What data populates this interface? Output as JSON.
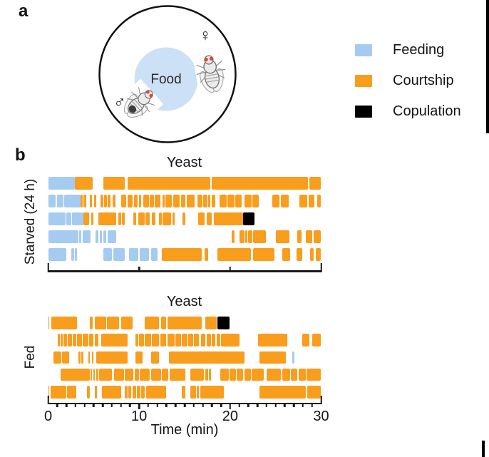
{
  "panel_a": {
    "label": "a",
    "food_label": "Food",
    "female_symbol": "♀",
    "male_symbol": "♂"
  },
  "legend": {
    "items": [
      {
        "label": "Feeding",
        "color": "#A5CBF1"
      },
      {
        "label": "Courtship",
        "color": "#F99D1C"
      },
      {
        "label": "Copulation",
        "color": "#000000"
      }
    ]
  },
  "chart_data": {
    "type": "behavioral-ethogram-raster",
    "panel_label": "b",
    "xlabel": "Time (min)",
    "xlim": [
      0,
      30
    ],
    "major_ticks": [
      "0",
      "10",
      "20",
      "30"
    ],
    "minor_tick_step_min": 1,
    "colors": {
      "feeding": "#A5CBF1",
      "courtship": "#F99D1C",
      "copulation": "#000000"
    },
    "groups": [
      {
        "group_label": "Starved (24 h)",
        "title": "Yeast",
        "rows": [
          {
            "segments": [
              [
                "f",
                0,
                2.9
              ],
              [
                "c",
                2.9,
                4.9
              ],
              [
                "c",
                6.1,
                8.4
              ],
              [
                "c",
                8.75,
                17.85
              ],
              [
                "c",
                18.0,
                28.55
              ],
              [
                "c",
                28.7,
                30
              ]
            ]
          },
          {
            "segments": [
              [
                "f",
                0,
                0.85
              ],
              [
                "f",
                0.95,
                1.7
              ],
              [
                "f",
                1.8,
                3.6
              ],
              [
                "c",
                3.6,
                3.8
              ],
              [
                "c",
                3.9,
                4.2
              ],
              [
                "c",
                4.55,
                4.85
              ],
              [
                "c",
                5.05,
                5.3
              ],
              [
                "c",
                5.75,
                6.05
              ],
              [
                "c",
                6.15,
                6.45
              ],
              [
                "c",
                6.55,
                6.85
              ],
              [
                "c",
                7.05,
                7.4
              ],
              [
                "c",
                8.0,
                8.55
              ],
              [
                "c",
                8.7,
                9.3
              ],
              [
                "c",
                9.45,
                9.8
              ],
              [
                "c",
                9.95,
                10.2
              ],
              [
                "c",
                10.45,
                11.1
              ],
              [
                "c",
                11.2,
                11.6
              ],
              [
                "c",
                11.7,
                12.35
              ],
              [
                "c",
                12.55,
                12.8
              ],
              [
                "c",
                12.9,
                13.6
              ],
              [
                "c",
                13.75,
                14.45
              ],
              [
                "c",
                14.6,
                15.1
              ],
              [
                "c",
                15.2,
                16.1
              ],
              [
                "c",
                16.4,
                16.95
              ],
              [
                "c",
                17.05,
                17.5
              ],
              [
                "c",
                17.6,
                17.85
              ],
              [
                "c",
                17.95,
                18.35
              ],
              [
                "c",
                18.8,
                19.6
              ],
              [
                "c",
                19.7,
                20.45
              ],
              [
                "c",
                20.55,
                21.25
              ],
              [
                "c",
                21.6,
                22.35
              ],
              [
                "c",
                22.45,
                23.15
              ],
              [
                "c",
                24.6,
                25.45
              ],
              [
                "c",
                25.55,
                26.45
              ],
              [
                "c",
                27.6,
                28.5
              ],
              [
                "c",
                28.6,
                29.25
              ],
              [
                "c",
                29.55,
                30
              ]
            ]
          },
          {
            "segments": [
              [
                "f",
                0,
                1.9
              ],
              [
                "f",
                2.0,
                2.55
              ],
              [
                "f",
                2.65,
                3.85
              ],
              [
                "c",
                3.85,
                4.5
              ],
              [
                "c",
                4.7,
                5.0
              ],
              [
                "c",
                5.55,
                7.5
              ],
              [
                "c",
                7.7,
                8.0
              ],
              [
                "c",
                8.1,
                8.45
              ],
              [
                "c",
                9.35,
                9.65
              ],
              [
                "c",
                9.9,
                10.6
              ],
              [
                "c",
                10.7,
                11.2
              ],
              [
                "c",
                11.4,
                11.8
              ],
              [
                "c",
                12.2,
                12.5
              ],
              [
                "c",
                12.6,
                13.5
              ],
              [
                "c",
                13.7,
                13.9
              ],
              [
                "c",
                14.8,
                15.1
              ],
              [
                "c",
                16.5,
                17.2
              ],
              [
                "c",
                17.45,
                18.0
              ],
              [
                "c",
                18.2,
                21.4
              ],
              [
                "k",
                21.4,
                22.7
              ]
            ]
          },
          {
            "segments": [
              [
                "f",
                0,
                3.3
              ],
              [
                "f",
                3.4,
                3.65
              ],
              [
                "f",
                3.8,
                4.65
              ],
              [
                "f",
                5.2,
                5.5
              ],
              [
                "f",
                5.65,
                5.95
              ],
              [
                "f",
                6.1,
                6.35
              ],
              [
                "f",
                6.55,
                7.5
              ],
              [
                "c",
                20.2,
                20.45
              ],
              [
                "c",
                21.0,
                21.55
              ],
              [
                "c",
                21.65,
                21.9
              ],
              [
                "c",
                22.0,
                22.45
              ],
              [
                "c",
                22.55,
                23.9
              ],
              [
                "c",
                25.0,
                26.5
              ],
              [
                "c",
                27.4,
                27.85
              ],
              [
                "c",
                28.3,
                29.0
              ],
              [
                "c",
                29.2,
                30
              ]
            ]
          },
          {
            "segments": [
              [
                "f",
                0,
                2.0
              ],
              [
                "f",
                2.55,
                2.85
              ],
              [
                "f",
                2.95,
                3.2
              ],
              [
                "f",
                6.1,
                7.0
              ],
              [
                "f",
                7.2,
                8.4
              ],
              [
                "f",
                8.9,
                9.9
              ],
              [
                "f",
                10.1,
                11.1
              ],
              [
                "f",
                11.3,
                12.0
              ],
              [
                "c",
                12.5,
                16.9
              ],
              [
                "c",
                17.2,
                17.6
              ],
              [
                "c",
                18.6,
                22.3
              ],
              [
                "c",
                22.5,
                24.9
              ],
              [
                "c",
                25.7,
                26.6
              ],
              [
                "c",
                27.3,
                27.9
              ],
              [
                "c",
                28.8,
                29.2
              ],
              [
                "c",
                29.4,
                30
              ]
            ]
          }
        ]
      },
      {
        "group_label": "Fed",
        "title": "Yeast",
        "rows": [
          {
            "segments": [
              [
                "c",
                0,
                0.15
              ],
              [
                "c",
                0.35,
                3.2
              ],
              [
                "c",
                4.6,
                4.9
              ],
              [
                "c",
                5.1,
                6.35
              ],
              [
                "c",
                6.5,
                7.8
              ],
              [
                "c",
                8.05,
                9.3
              ],
              [
                "c",
                10.6,
                12.2
              ],
              [
                "c",
                12.45,
                12.95
              ],
              [
                "c",
                13.1,
                16.9
              ],
              [
                "c",
                17.3,
                18.5
              ],
              [
                "k",
                18.6,
                19.9
              ]
            ]
          },
          {
            "segments": [
              [
                "c",
                1.05,
                1.3
              ],
              [
                "c",
                1.4,
                1.6
              ],
              [
                "c",
                1.7,
                2.05
              ],
              [
                "c",
                2.15,
                2.6
              ],
              [
                "c",
                2.7,
                3.1
              ],
              [
                "c",
                3.2,
                3.7
              ],
              [
                "c",
                3.8,
                4.4
              ],
              [
                "c",
                4.5,
                5.0
              ],
              [
                "c",
                5.1,
                5.55
              ],
              [
                "c",
                5.8,
                8.7
              ],
              [
                "c",
                9.6,
                9.9
              ],
              [
                "c",
                10.0,
                10.5
              ],
              [
                "c",
                10.6,
                11.3
              ],
              [
                "c",
                11.4,
                12.2
              ],
              [
                "c",
                12.3,
                13.0
              ],
              [
                "c",
                13.1,
                13.9
              ],
              [
                "c",
                14.0,
                14.6
              ],
              [
                "c",
                14.7,
                15.3
              ],
              [
                "c",
                15.4,
                15.95
              ],
              [
                "c",
                16.05,
                16.6
              ],
              [
                "c",
                16.8,
                17.3
              ],
              [
                "c",
                17.4,
                17.9
              ],
              [
                "c",
                18.0,
                18.4
              ],
              [
                "c",
                18.5,
                18.9
              ],
              [
                "c",
                19.0,
                21.0
              ],
              [
                "c",
                23.1,
                26.3
              ],
              [
                "c",
                27.9,
                28.7
              ],
              [
                "c",
                29.0,
                30
              ]
            ]
          },
          {
            "segments": [
              [
                "c",
                0.6,
                1.45
              ],
              [
                "c",
                1.55,
                2.3
              ],
              [
                "c",
                3.3,
                3.55
              ],
              [
                "c",
                3.65,
                3.85
              ],
              [
                "c",
                4.4,
                4.6
              ],
              [
                "c",
                4.8,
                5.0
              ],
              [
                "c",
                5.3,
                8.7
              ],
              [
                "c",
                9.6,
                10.4
              ],
              [
                "c",
                11.3,
                12.2
              ],
              [
                "c",
                13.3,
                21.6
              ],
              [
                "c",
                23.2,
                26.1
              ],
              [
                "f",
                26.85,
                27.05
              ]
            ]
          },
          {
            "segments": [
              [
                "c",
                1.4,
                4.55
              ],
              [
                "c",
                4.65,
                4.85
              ],
              [
                "c",
                4.95,
                5.15
              ],
              [
                "c",
                5.25,
                5.5
              ],
              [
                "c",
                5.6,
                7.0
              ],
              [
                "c",
                7.25,
                8.35
              ],
              [
                "c",
                8.45,
                9.35
              ],
              [
                "c",
                9.5,
                9.95
              ],
              [
                "c",
                10.1,
                11.2
              ],
              [
                "c",
                11.3,
                12.4
              ],
              [
                "c",
                12.5,
                13.2
              ],
              [
                "c",
                13.35,
                15.1
              ],
              [
                "c",
                15.6,
                17.1
              ],
              [
                "c",
                17.25,
                17.55
              ],
              [
                "c",
                17.65,
                17.9
              ],
              [
                "c",
                18.9,
                19.85
              ],
              [
                "c",
                19.95,
                20.65
              ],
              [
                "c",
                20.75,
                21.45
              ],
              [
                "c",
                21.55,
                22.25
              ],
              [
                "c",
                22.35,
                23.7
              ],
              [
                "c",
                24.0,
                25.55
              ],
              [
                "c",
                25.7,
                26.6
              ],
              [
                "c",
                26.7,
                27.4
              ],
              [
                "c",
                27.55,
                28.3
              ],
              [
                "c",
                28.4,
                30
              ]
            ]
          },
          {
            "segments": [
              [
                "c",
                0,
                0.15
              ],
              [
                "c",
                0.3,
                2.0
              ],
              [
                "c",
                2.1,
                3.1
              ],
              [
                "c",
                4.25,
                4.55
              ],
              [
                "c",
                5.1,
                5.4
              ],
              [
                "c",
                5.9,
                8.05
              ],
              [
                "c",
                8.4,
                8.75
              ],
              [
                "c",
                8.85,
                9.15
              ],
              [
                "c",
                9.25,
                9.65
              ],
              [
                "c",
                9.75,
                10.15
              ],
              [
                "c",
                10.25,
                10.65
              ],
              [
                "c",
                10.8,
                13.0
              ],
              [
                "c",
                14.7,
                15.05
              ],
              [
                "c",
                15.6,
                16.25
              ],
              [
                "c",
                16.35,
                16.6
              ],
              [
                "c",
                16.7,
                19.3
              ],
              [
                "c",
                23.2,
                28.3
              ],
              [
                "c",
                28.5,
                30
              ]
            ]
          }
        ]
      }
    ]
  }
}
